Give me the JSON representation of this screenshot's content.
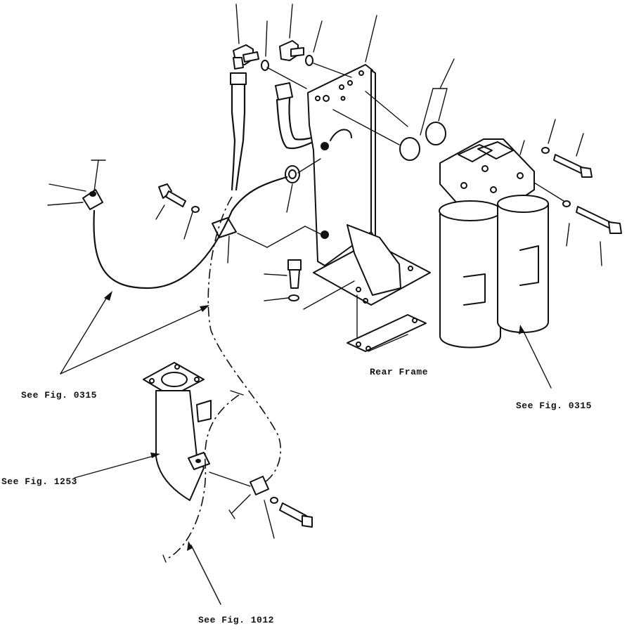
{
  "labels": {
    "rear_frame": "Rear  Frame",
    "fig_0315_left": "See  Fig.  0315",
    "fig_0315_right": "See  Fig.  0315",
    "fig_1253": "See  Fig.  1253",
    "fig_1012": "See Fig. 1012"
  },
  "colors": {
    "ink": "#111111",
    "paper": "#ffffff"
  }
}
